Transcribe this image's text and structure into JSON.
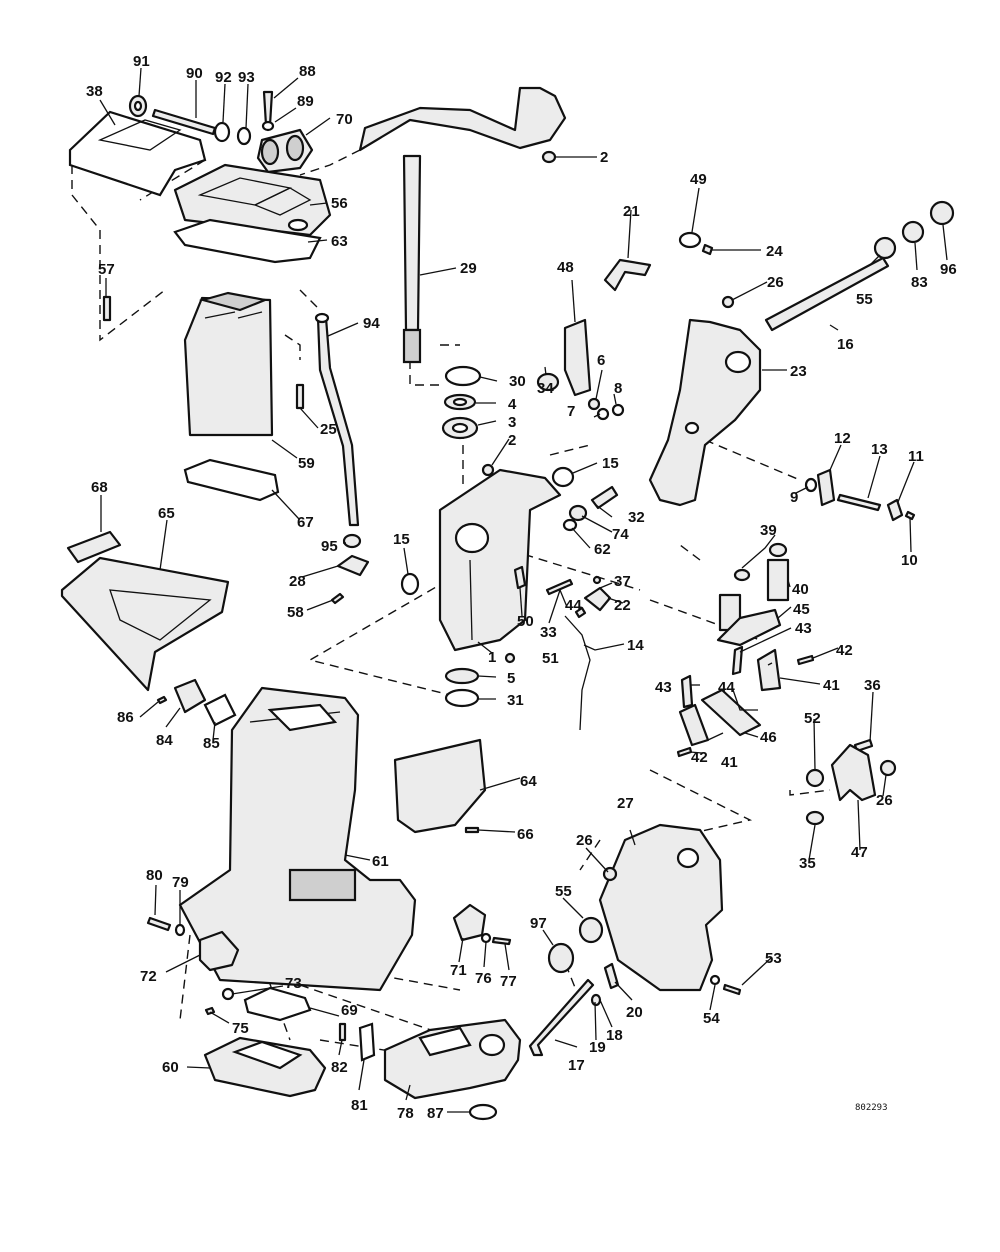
{
  "callouts": [
    "1",
    "2",
    "3",
    "4",
    "5",
    "6",
    "7",
    "8",
    "9",
    "10",
    "11",
    "12",
    "13",
    "14",
    "15",
    "16",
    "17",
    "18",
    "19",
    "20",
    "21",
    "22",
    "23",
    "24",
    "25",
    "26",
    "27",
    "28",
    "29",
    "30",
    "31",
    "32",
    "33",
    "34",
    "35",
    "36",
    "37",
    "38",
    "39",
    "40",
    "41",
    "42",
    "43",
    "44",
    "45",
    "46",
    "47",
    "48",
    "49",
    "50",
    "51",
    "52",
    "53",
    "54",
    "55",
    "56",
    "57",
    "58",
    "59",
    "60",
    "61",
    "62",
    "63",
    "64",
    "65",
    "66",
    "67",
    "68",
    "69",
    "70",
    "71",
    "72",
    "73",
    "74",
    "75",
    "76",
    "77",
    "78",
    "79",
    "80",
    "81",
    "82",
    "83",
    "84",
    "85",
    "86",
    "87",
    "88",
    "89",
    "90",
    "91",
    "92",
    "93",
    "94",
    "95",
    "96",
    "97"
  ],
  "drawing_number": "802293"
}
